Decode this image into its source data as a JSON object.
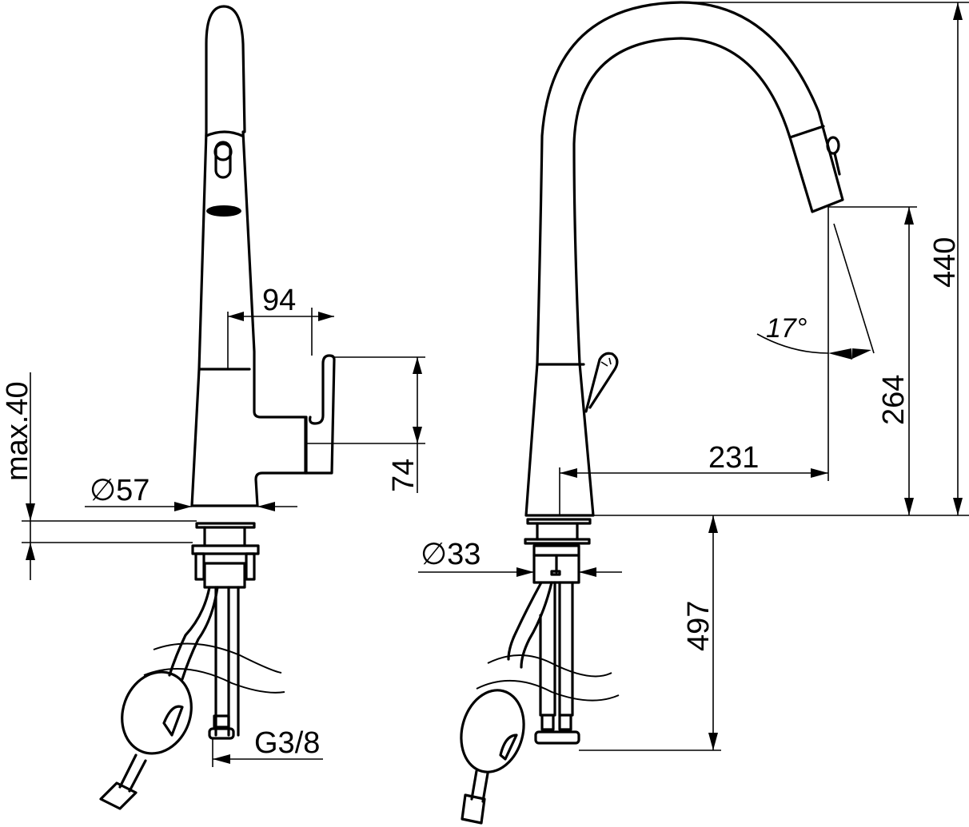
{
  "drawing": {
    "subject": "Kitchen faucet with pull-out spray — side and front views",
    "line_color": "#000000",
    "background": "#ffffff"
  },
  "left_view": {
    "dimensions": {
      "lever_reach": "94",
      "lever_height": "74",
      "base_diameter": "∅57",
      "mounting_thickness": "max.40",
      "connection_thread": "G3/8"
    }
  },
  "right_view": {
    "dimensions": {
      "total_height": "440",
      "spout_clearance": "264",
      "spout_reach": "231",
      "spray_angle": "17°",
      "shank_diameter": "∅33",
      "hose_length": "497"
    }
  }
}
